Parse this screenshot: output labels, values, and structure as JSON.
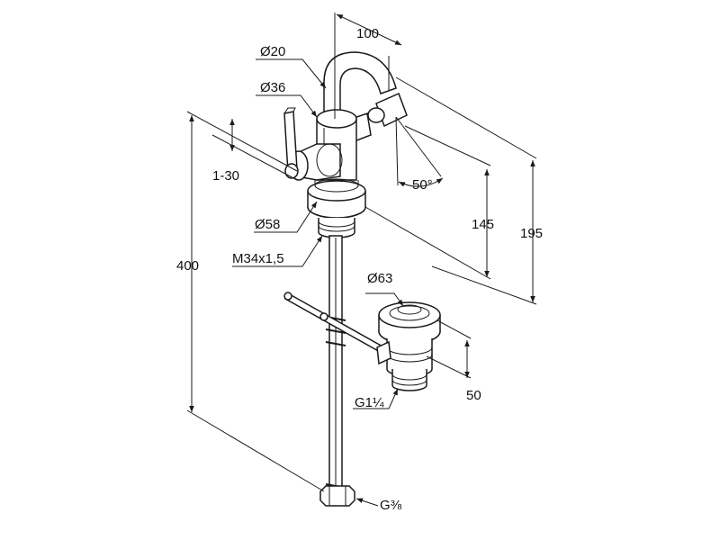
{
  "drawing": {
    "labels": {
      "d20": "Ø20",
      "d36": "Ø36",
      "w100": "100",
      "lever": "1-30",
      "angle50": "50°",
      "d58": "Ø58",
      "thread": "M34x1,5",
      "h400": "400",
      "h145": "145",
      "h195": "195",
      "d63": "Ø63",
      "waste50": "50",
      "g114": "G1¼",
      "g38": "G⅜"
    },
    "colors": {
      "line": "#1a1a1a",
      "background": "#ffffff"
    }
  }
}
